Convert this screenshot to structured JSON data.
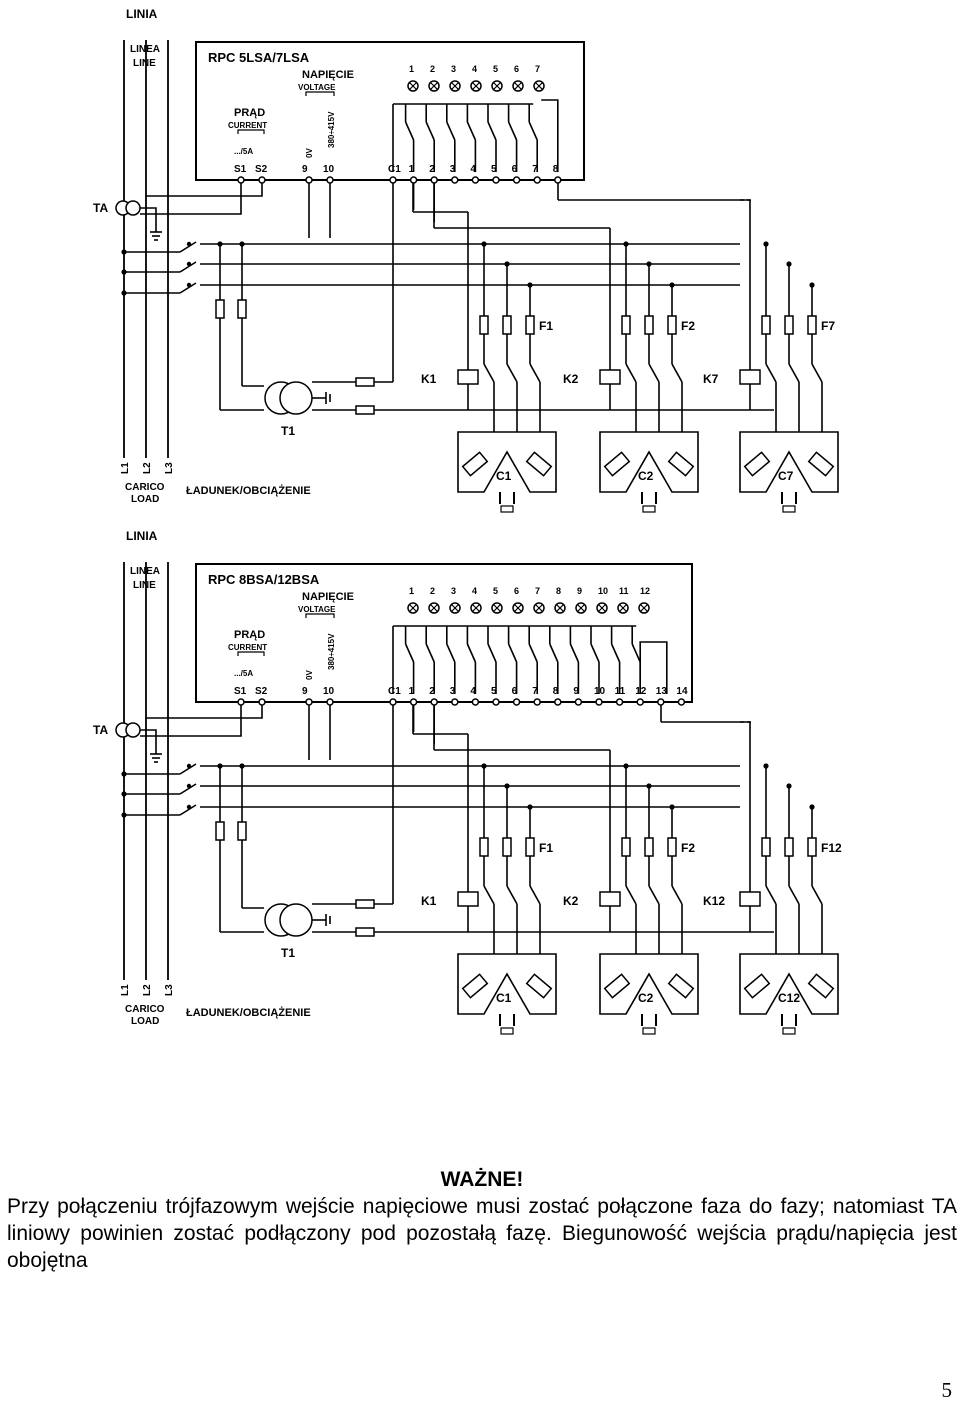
{
  "diagrams": [
    {
      "section_label": "LINIA",
      "line_labels": [
        "LINEA",
        "LINE"
      ],
      "device_label": "RPC  5LSA/7LSA",
      "voltage_labels": [
        "NAPIĘCIE",
        "VOLTAGE"
      ],
      "current_labels": [
        "PRĄD",
        "CURRENT"
      ],
      "ct_ratio": ".../5A",
      "zero_volt": "0V",
      "voltage_range": "380÷415V",
      "input_terminals": [
        "S1",
        "S2",
        "9",
        "10"
      ],
      "output_terminals": [
        "C1",
        "1",
        "2",
        "3",
        "4",
        "5",
        "6",
        "7",
        "8"
      ],
      "led_numbers": [
        "1",
        "2",
        "3",
        "4",
        "5",
        "6",
        "7"
      ],
      "ct_label": "TA",
      "transformer_label": "T1",
      "phase_labels": [
        "L1",
        "L2",
        "L3"
      ],
      "load_labels": [
        "CARICO",
        "LOAD"
      ],
      "load_label_pl": "ŁADUNEK/OBCIĄŻENIE",
      "steps": [
        {
          "fuse": "F1",
          "contactor": "K1",
          "capacitor": "C1"
        },
        {
          "fuse": "F2",
          "contactor": "K2",
          "capacitor": "C2"
        },
        {
          "fuse": "F7",
          "contactor": "K7",
          "capacitor": "C7"
        }
      ]
    },
    {
      "section_label": "LINIA",
      "line_labels": [
        "LINEA",
        "LINE"
      ],
      "device_label": "RPC  8BSA/12BSA",
      "voltage_labels": [
        "NAPIĘCIE",
        "VOLTAGE"
      ],
      "current_labels": [
        "PRĄD",
        "CURRENT"
      ],
      "ct_ratio": ".../5A",
      "zero_volt": "0V",
      "voltage_range": "380÷415V",
      "input_terminals": [
        "S1",
        "S2",
        "9",
        "10"
      ],
      "output_terminals": [
        "C1",
        "1",
        "2",
        "3",
        "4",
        "5",
        "6",
        "7",
        "8",
        "9",
        "10",
        "11",
        "12",
        "13",
        "14"
      ],
      "led_numbers": [
        "1",
        "2",
        "3",
        "4",
        "5",
        "6",
        "7",
        "8",
        "9",
        "10",
        "11",
        "12"
      ],
      "ct_label": "TA",
      "transformer_label": "T1",
      "phase_labels": [
        "L1",
        "L2",
        "L3"
      ],
      "load_labels": [
        "CARICO",
        "LOAD"
      ],
      "load_label_pl": "ŁADUNEK/OBCIĄŻENIE",
      "steps": [
        {
          "fuse": "F1",
          "contactor": "K1",
          "capacitor": "C1"
        },
        {
          "fuse": "F2",
          "contactor": "K2",
          "capacitor": "C2"
        },
        {
          "fuse": "F12",
          "contactor": "K12",
          "capacitor": "C12"
        }
      ]
    }
  ],
  "notice": {
    "title": "WAŻNE!",
    "text": "Przy połączeniu trójfazowym wejście napięciowe musi zostać połączone faza do fazy; natomiast TA liniowy powinien zostać podłączony pod pozostałą fazę. Biegunowość wejścia prądu/napięcia jest obojętna"
  },
  "page_number": "5"
}
